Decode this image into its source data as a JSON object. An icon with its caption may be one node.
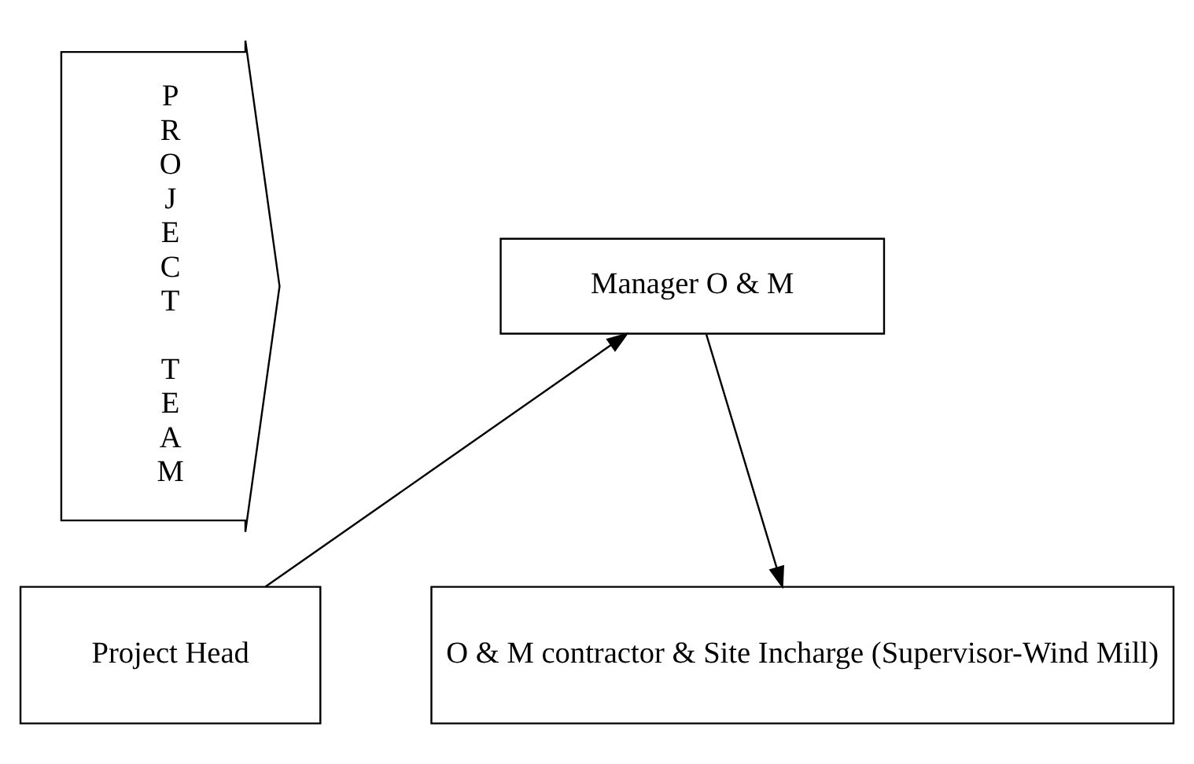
{
  "diagram": {
    "nodes": [
      {
        "text": [
          "PROJECT TEAM"
        ]
      },
      {
        "text": [
          "Project Head"
        ]
      },
      {
        "text": [
          "Manager O & M"
        ]
      },
      {
        "text": [
          "O & M contractor & Site Incharge (Supervisor-Wind Mill)"
        ]
      }
    ],
    "edges": [
      {
        "from": 1,
        "to": 2,
        "arrow": "to"
      },
      {
        "from": 2,
        "to": 3,
        "arrow": "to"
      }
    ]
  }
}
